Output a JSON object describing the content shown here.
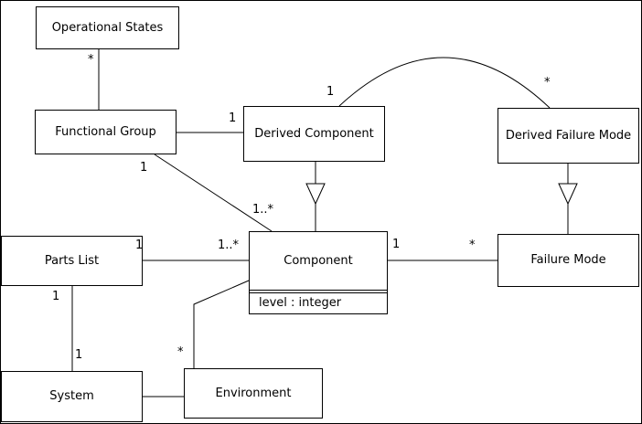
{
  "diagram": {
    "kind": "uml-class-diagram",
    "classes": {
      "operational_states": "Operational States",
      "functional_group": "Functional Group",
      "derived_component": "Derived Component",
      "derived_failure_mode": "Derived Failure Mode",
      "parts_list": "Parts List",
      "component": "Component",
      "component_attribute": "level : integer",
      "failure_mode": "Failure Mode",
      "system": "System",
      "environment": "Environment"
    },
    "multiplicities": {
      "os_fg_star": "*",
      "fg_dc_one": "1",
      "fg_comp_one": "1",
      "fg_comp_many": "1..*",
      "arc_dc_one": "1",
      "arc_dfm_star": "*",
      "pl_comp_one": "1",
      "pl_comp_many": "1..*",
      "comp_fm_one": "1",
      "comp_fm_star": "*",
      "pl_sys_top": "1",
      "sys_pl_bottom": "1",
      "env_comp_star": "*"
    },
    "relationships": [
      {
        "type": "association",
        "from": "Operational States",
        "to": "Functional Group",
        "label_from": "*"
      },
      {
        "type": "association",
        "from": "Functional Group",
        "to": "Derived Component",
        "label_to": "1"
      },
      {
        "type": "association",
        "from": "Functional Group",
        "to": "Component",
        "label_from": "1",
        "label_to": "1..*"
      },
      {
        "type": "generalization",
        "from": "Derived Component",
        "to": "Component"
      },
      {
        "type": "generalization",
        "from": "Derived Failure Mode",
        "to": "Failure Mode"
      },
      {
        "type": "association",
        "from": "Derived Component",
        "to": "Derived Failure Mode",
        "label_from": "1",
        "label_to": "*",
        "shape": "arc"
      },
      {
        "type": "association",
        "from": "Parts List",
        "to": "Component",
        "label_from": "1",
        "label_to": "1..*"
      },
      {
        "type": "association",
        "from": "Component",
        "to": "Failure Mode",
        "label_from": "1",
        "label_to": "*"
      },
      {
        "type": "association",
        "from": "Parts List",
        "to": "System",
        "label_from": "1",
        "label_to": "1"
      },
      {
        "type": "association",
        "from": "Component",
        "to": "Environment",
        "label_to": "*"
      },
      {
        "type": "association",
        "from": "System",
        "to": "Environment"
      }
    ],
    "colors": {
      "line": "#000000",
      "box_fill": "#ffffff",
      "background": "#ffffff"
    }
  }
}
